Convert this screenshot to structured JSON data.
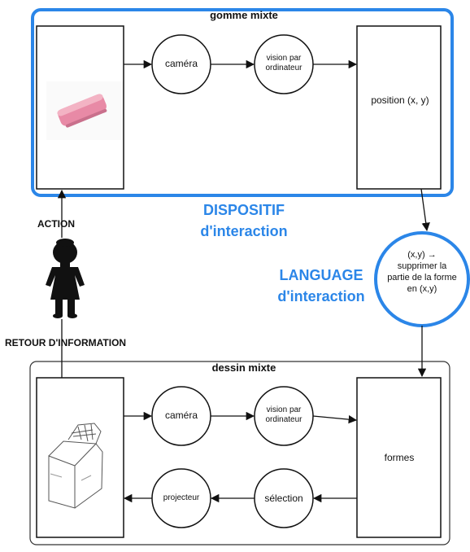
{
  "diagram": {
    "top_group": {
      "title": "gomme mixte"
    },
    "bottom_group": {
      "title": "dessin mixte"
    },
    "nodes": {
      "camera_top": "caméra",
      "vision_top": "vision par ordinateur",
      "position": "position (x, y)",
      "camera_bottom": "caméra",
      "vision_bottom": "vision par ordinateur",
      "formes": "formes",
      "projecteur": "projecteur",
      "selection": "sélection",
      "language_circle": "(x,y) → supprimer la partie de la forme en (x,y)"
    },
    "labels": {
      "dispositif": "DISPOSITIF",
      "dispositif_sub": "d'interaction",
      "language": "LANGUAGE",
      "language_sub": "d'interaction",
      "action": "ACTION",
      "retour": "RETOUR D'INFORMATION"
    },
    "images": {
      "eraser": "eraser-photo",
      "person": "person-silhouette-icon",
      "sketch": "sketch-drawing"
    },
    "colors": {
      "accent_blue": "#2b86e8",
      "line": "#111111",
      "eraser_pink": "#e88aa6"
    }
  }
}
